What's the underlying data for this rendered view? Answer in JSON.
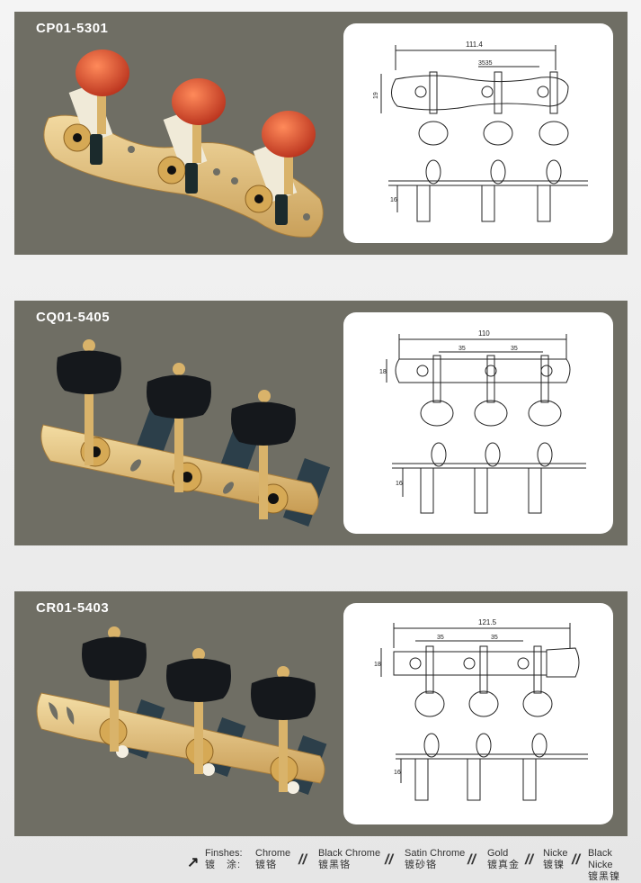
{
  "models": [
    {
      "code": "CP01-5301",
      "knob": "red",
      "dims": {
        "overall": "111.4",
        "spacing": "3535",
        "height": "19",
        "post": "16"
      }
    },
    {
      "code": "CQ01-5405",
      "knob": "black",
      "dims": {
        "overall": "110",
        "spacing_a": "35",
        "spacing_b": "35",
        "height": "18",
        "post": "16"
      }
    },
    {
      "code": "CR01-5403",
      "knob": "black",
      "dims": {
        "overall": "121.5",
        "spacing_a": "35",
        "spacing_b": "35",
        "height": "18",
        "post": "16"
      }
    }
  ],
  "finishes": {
    "label_en": "Finshes:",
    "label_cn": "镀　涂:",
    "items": [
      {
        "en": "Chrome",
        "cn": "镀铬"
      },
      {
        "en": "Black Chrome",
        "cn": "镀黑铬"
      },
      {
        "en": "Satin Chrome",
        "cn": "镀砂铬"
      },
      {
        "en": "Gold",
        "cn": "镀真金"
      },
      {
        "en": "Nicke",
        "cn": "镀镍"
      },
      {
        "en": "Black Nicke",
        "cn": "镀黑镍"
      }
    ],
    "separator": "//"
  },
  "colors": {
    "panel": "#6f6e64",
    "gold": "#d9b36a",
    "red_knob": "#d2452a",
    "black_knob": "#15181c"
  }
}
